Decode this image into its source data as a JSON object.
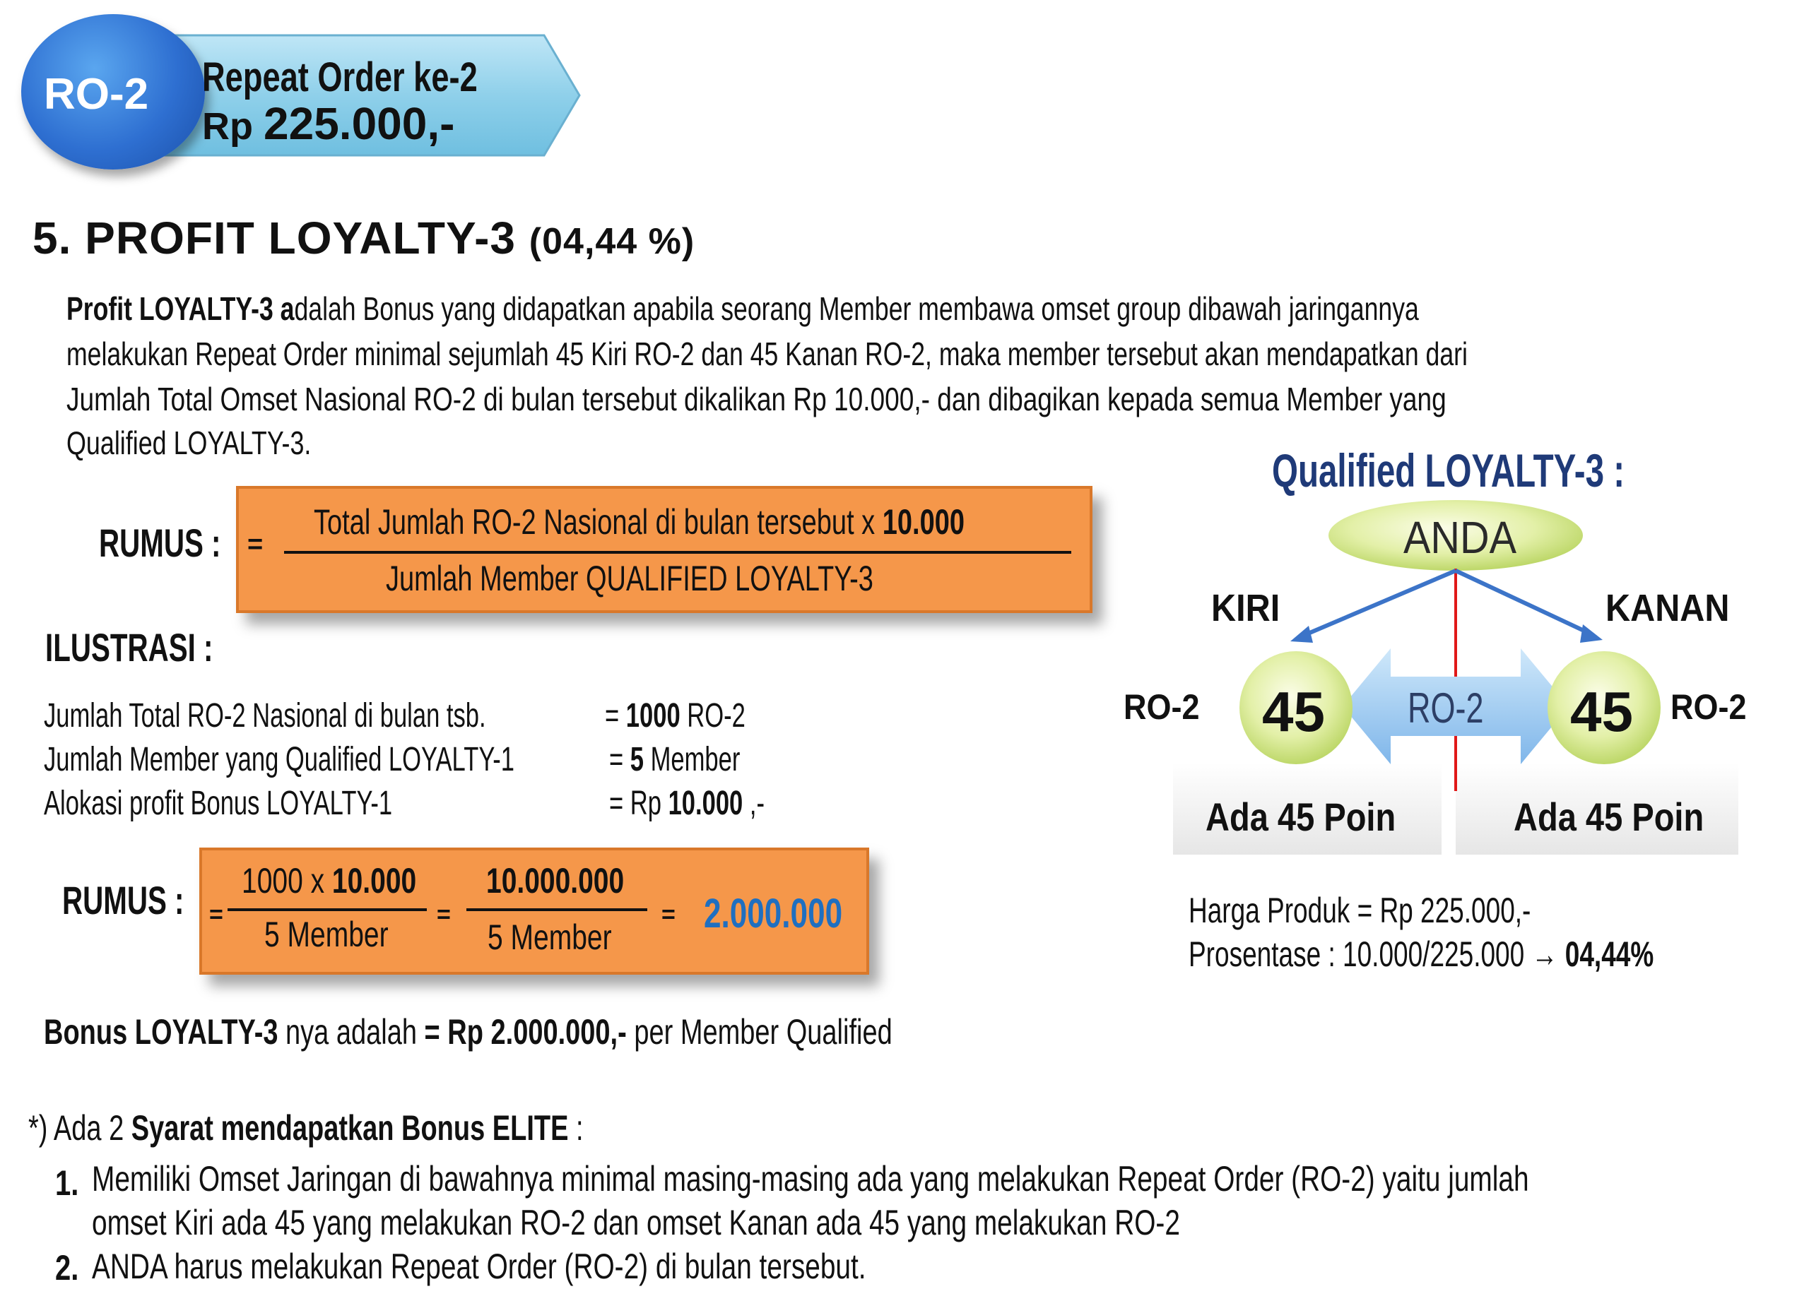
{
  "badge": {
    "code": "RO-2",
    "line1": "Repeat Order ke-2",
    "currency": "Rp",
    "amount": "225.000,-"
  },
  "section": {
    "title": "5. PROFIT LOYALTY-3",
    "percent": "(04,44 %)"
  },
  "description": {
    "lead": "Profit LOYALTY-3 a",
    "line1": "dalah Bonus yang didapatkan apabila seorang Member membawa omset group dibawah jaringannya",
    "line2": "melakukan Repeat Order minimal sejumlah 45 Kiri RO-2 dan 45 Kanan RO-2, maka member tersebut akan mendapatkan dari",
    "line3": "Jumlah Total Omset Nasional RO-2 di bulan tersebut dikalikan Rp 10.000,- dan dibagikan kepada semua Member yang",
    "line4": "Qualified LOYALTY-3."
  },
  "formula1": {
    "label": "RUMUS :",
    "eq": "=",
    "numerator_text": "Total Jumlah RO-2 Nasional di bulan tersebut x ",
    "numerator_bold": "10.000",
    "denominator": "Jumlah Member QUALIFIED LOYALTY-3"
  },
  "illustration": {
    "label": "ILUSTRASI :",
    "rows": [
      {
        "label": "Jumlah Total RO-2 Nasional di bulan tsb.",
        "prefix": "= ",
        "bold": "1000",
        "suffix": " RO-2"
      },
      {
        "label": "Jumlah Member yang Qualified  LOYALTY-1",
        "prefix": "=  ",
        "bold": "5",
        "suffix": " Member"
      },
      {
        "label": "Alokasi profit Bonus LOYALTY-1",
        "prefix": "= Rp ",
        "bold": "10.000",
        "suffix": " ,-"
      }
    ]
  },
  "formula2": {
    "label": "RUMUS :",
    "eq": "=",
    "frac1_num_plain": "1000 x ",
    "frac1_num_bold": "10.000",
    "frac1_den": "5 Member",
    "frac2_num": "10.000.000",
    "frac2_den": "5 Member",
    "result": "2.000.000",
    "result_color": "#1f6fc0"
  },
  "bonus_line": {
    "lead": "Bonus LOYALTY-3",
    "mid": " nya adalah ",
    "amount": "= Rp 2.000.000,-",
    "tail": " per Member Qualified"
  },
  "qualified": {
    "title": "Qualified LOYALTY-3 :",
    "top": "ANDA",
    "left_label": "KIRI",
    "right_label": "KANAN",
    "left_tag": "RO-2",
    "right_tag": "RO-2",
    "center_tag": "RO-2",
    "left_count": "45",
    "right_count": "45",
    "left_points": "Ada 45 Poin",
    "right_points": "Ada 45 Poin",
    "price": "Harga Produk = Rp 225.000,-",
    "percent_plain": "Prosentase : 10.000/225.000 → ",
    "percent_bold": "04,44%"
  },
  "requirements": {
    "intro_plain": "*) Ada 2 ",
    "intro_bold": "Syarat mendapatkan Bonus ELITE",
    "intro_tail": " :",
    "items": [
      {
        "num": "1.",
        "line1": "Memiliki Omset Jaringan di bawahnya minimal masing-masing ada yang melakukan Repeat Order (RO-2) yaitu jumlah",
        "line2": "omset Kiri ada 45 yang melakukan RO-2 dan omset Kanan ada 45 yang melakukan RO-2"
      },
      {
        "num": "2.",
        "line1": "ANDA harus melakukan Repeat Order (RO-2) di bulan tersebut."
      }
    ]
  }
}
